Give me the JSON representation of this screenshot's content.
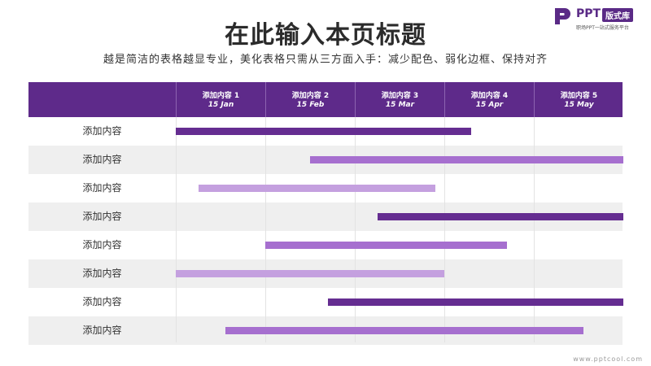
{
  "title": "在此输入本页标题",
  "subtitle": "越是简洁的表格越显专业，美化表格只需从三方面入手：减少配色、弱化边框、保持对齐",
  "logo": {
    "brand": "PPT",
    "badge": "版式库",
    "tagline": "职场PPT一站式服务平台",
    "color": "#5a2a86"
  },
  "watermark": "www.pptcool.com",
  "colors": {
    "header": "#5e2a8a",
    "dark": "#652d91",
    "medium": "#a66fcf",
    "light": "#c4a0df"
  },
  "header": {
    "columns": [
      {
        "name": "添加内容 1",
        "date": "15 Jan"
      },
      {
        "name": "添加内容 2",
        "date": "15 Feb"
      },
      {
        "name": "添加内容 3",
        "date": "15 Mar"
      },
      {
        "name": "添加内容 4",
        "date": "15 Apr"
      },
      {
        "name": "添加内容 5",
        "date": "15 May"
      }
    ]
  },
  "chart_data": {
    "type": "gantt",
    "x_range": [
      "15 Jan",
      "15 Jun"
    ],
    "tasks": [
      {
        "label": "添加内容",
        "start": 0.0,
        "end": 3.3,
        "tone": "dark"
      },
      {
        "label": "添加内容",
        "start": 1.5,
        "end": 5.0,
        "tone": "medium"
      },
      {
        "label": "添加内容",
        "start": 0.25,
        "end": 2.9,
        "tone": "light"
      },
      {
        "label": "添加内容",
        "start": 2.25,
        "end": 5.0,
        "tone": "dark"
      },
      {
        "label": "添加内容",
        "start": 1.0,
        "end": 3.7,
        "tone": "medium"
      },
      {
        "label": "添加内容",
        "start": 0.0,
        "end": 3.0,
        "tone": "light"
      },
      {
        "label": "添加内容",
        "start": 1.7,
        "end": 5.0,
        "tone": "dark"
      },
      {
        "label": "添加内容",
        "start": 0.55,
        "end": 4.55,
        "tone": "medium"
      }
    ]
  }
}
